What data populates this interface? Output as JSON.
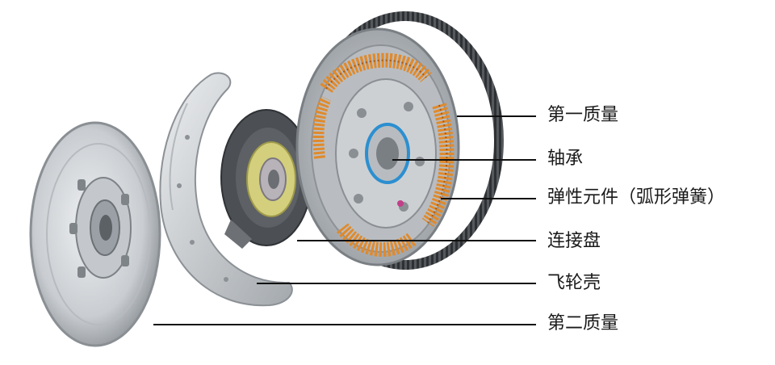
{
  "labels": [
    {
      "id": "first-mass",
      "text": "第一质量"
    },
    {
      "id": "bearing",
      "text": "轴承"
    },
    {
      "id": "elastic-element",
      "text": "弹性元件（弧形弹簧）"
    },
    {
      "id": "connecting-plate",
      "text": "连接盘"
    },
    {
      "id": "flywheel-housing",
      "text": "飞轮壳"
    },
    {
      "id": "second-mass",
      "text": "第二质量"
    }
  ],
  "colors": {
    "metal_light": "#d6d9dc",
    "metal_mid": "#a9aeb3",
    "metal_dark": "#6d7277",
    "disc_dark": "#4a4d51",
    "spring": "#e08a2c",
    "spring_dark": "#a85a14",
    "hub_yellow": "#d9d48a",
    "seal_blue": "#2c8fd0",
    "leader_line": "#111111"
  }
}
